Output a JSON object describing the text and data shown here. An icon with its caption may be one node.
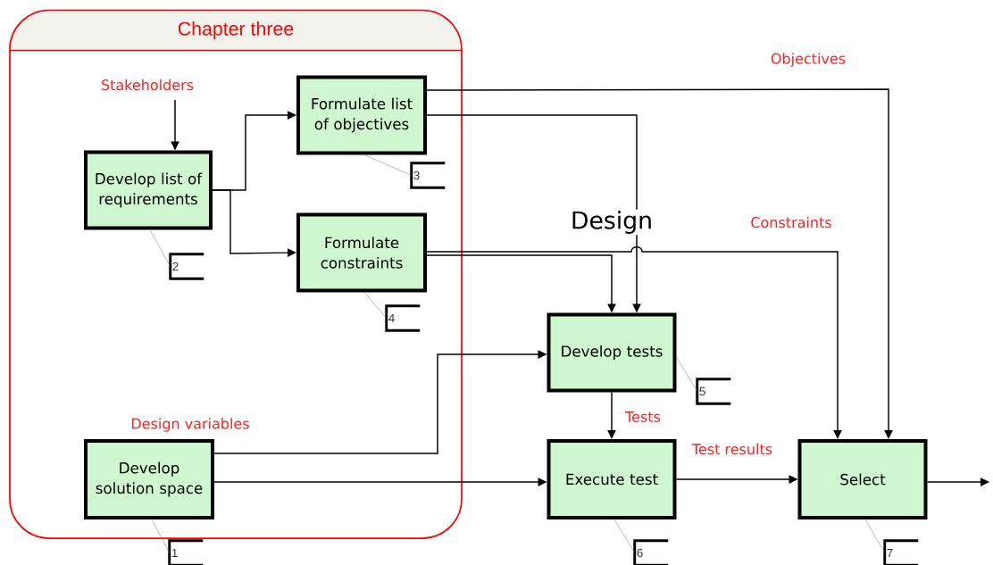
{
  "diagram": {
    "nodes": [
      {
        "text": [
          "Chapter three"
        ]
      },
      {
        "text": [
          "Develop list of requirements"
        ],
        "in": 0
      },
      {
        "text": [
          "Formulate list of objectives"
        ],
        "in": 0
      },
      {
        "text": [
          "Formulate constraints"
        ],
        "in": 0
      },
      {
        "text": [
          "Develop solution space"
        ],
        "in": 0
      },
      {
        "text": [
          "Develop tests"
        ]
      },
      {
        "text": [
          "Execute test"
        ]
      },
      {
        "text": [
          "Select"
        ]
      },
      {
        "text": [
          "2"
        ],
        "in": 0
      },
      {
        "text": [
          "3"
        ],
        "in": 0
      },
      {
        "text": [
          "4"
        ],
        "in": 0
      },
      {
        "text": [
          "5"
        ]
      },
      {
        "text": [
          "1"
        ]
      },
      {
        "text": [
          "6"
        ]
      },
      {
        "text": [
          "7"
        ]
      }
    ],
    "edges": [
      {
        "from": null,
        "to": 1,
        "arrow": "to",
        "label": "Stakeholders"
      },
      {
        "from": 1,
        "to": 2,
        "arrow": "to"
      },
      {
        "from": 1,
        "to": 3,
        "arrow": "to"
      },
      {
        "from": 2,
        "to": 7,
        "arrow": "to",
        "label": "Objectives"
      },
      {
        "from": 2,
        "to": 5,
        "arrow": "to"
      },
      {
        "from": 3,
        "to": 5,
        "arrow": "to"
      },
      {
        "from": 3,
        "to": 7,
        "arrow": "to",
        "label": "Constraints"
      },
      {
        "from": 4,
        "to": 5,
        "arrow": "to",
        "label": "Design variables"
      },
      {
        "from": 4,
        "to": 6,
        "arrow": "to"
      },
      {
        "from": 5,
        "to": 6,
        "arrow": "to",
        "label": "Tests"
      },
      {
        "from": 6,
        "to": 7,
        "arrow": "to",
        "label": "Test results"
      },
      {
        "from": 7,
        "to": null,
        "arrow": "to"
      },
      {
        "from": 1,
        "to": 8,
        "arrow": "none",
        "color": "#808080"
      },
      {
        "from": 2,
        "to": 9,
        "arrow": "none",
        "color": "#808080"
      },
      {
        "from": 3,
        "to": 10,
        "arrow": "none",
        "color": "#808080"
      },
      {
        "from": 5,
        "to": 11,
        "arrow": "none",
        "color": "#808080"
      },
      {
        "from": 4,
        "to": 12,
        "arrow": "none",
        "color": "#808080"
      },
      {
        "from": 6,
        "to": 13,
        "arrow": "none",
        "color": "#808080"
      },
      {
        "from": 7,
        "to": 14,
        "arrow": "none",
        "color": "#808080"
      }
    ],
    "labels": [
      "Design"
    ]
  }
}
